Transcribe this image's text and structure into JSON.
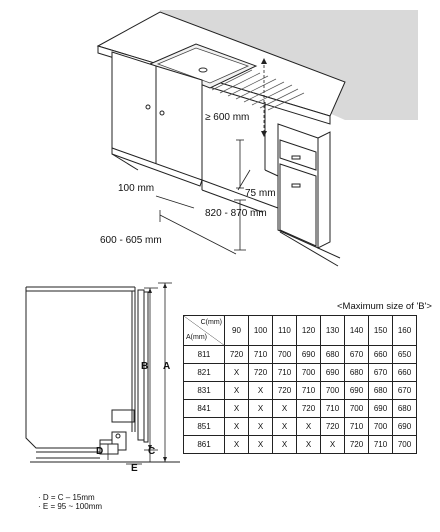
{
  "installation_figure": {
    "dimensions": {
      "clearance_min": "≥ 600 mm",
      "kick_height": "100 mm",
      "kick_depth": "75 mm",
      "height_range": "820 - 870 mm",
      "depth_range": "600 - 605 mm"
    }
  },
  "side_view": {
    "labels": {
      "a": "A",
      "b": "B",
      "c": "C",
      "d": "D",
      "e": "E"
    }
  },
  "size_table": {
    "title": "<Maximum size of 'B'>",
    "corner_col_label": "C(mm)",
    "corner_row_label": "A(mm)",
    "columns": [
      "90",
      "100",
      "110",
      "120",
      "130",
      "140",
      "150",
      "160"
    ],
    "rows": [
      {
        "a": "811",
        "values": [
          "720",
          "710",
          "700",
          "690",
          "680",
          "670",
          "660",
          "650"
        ]
      },
      {
        "a": "821",
        "values": [
          "X",
          "720",
          "710",
          "700",
          "690",
          "680",
          "670",
          "660"
        ]
      },
      {
        "a": "831",
        "values": [
          "X",
          "X",
          "720",
          "710",
          "700",
          "690",
          "680",
          "670"
        ]
      },
      {
        "a": "841",
        "values": [
          "X",
          "X",
          "X",
          "720",
          "710",
          "700",
          "690",
          "680"
        ]
      },
      {
        "a": "851",
        "values": [
          "X",
          "X",
          "X",
          "X",
          "720",
          "710",
          "700",
          "690"
        ]
      },
      {
        "a": "861",
        "values": [
          "X",
          "X",
          "X",
          "X",
          "X",
          "720",
          "710",
          "700"
        ]
      }
    ]
  },
  "notes": [
    "· D = C – 15mm",
    "· E = 95 ~ 100mm"
  ]
}
